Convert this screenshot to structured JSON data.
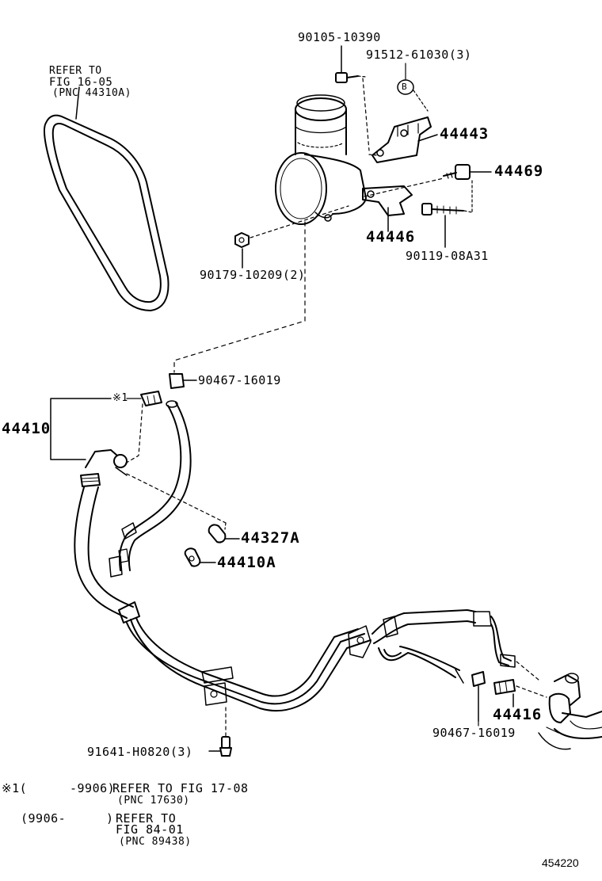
{
  "refs": {
    "belt": {
      "line1": "REFER TO",
      "line2": "FIG 16-05",
      "line3": "(PNC 44310A)"
    }
  },
  "parts": {
    "p90105": "90105-10390",
    "p91512": "91512-61030(3)",
    "b_marker": "B",
    "p44443": "44443",
    "p44469": "44469",
    "p44446": "44446",
    "p90119": "90119-08A31",
    "p90179": "90179-10209(2)",
    "p90467_top": "90467-16019",
    "p44410": "44410",
    "star_note": "※1",
    "p44327A": "44327A",
    "p44410A": "44410A",
    "p44416": "44416",
    "p90467_bottom": "90467-16019",
    "p91641": "91641-H0820(3)"
  },
  "footnotes": {
    "line1_prefix": "※1(",
    "line1_code": "-9906)",
    "line1_text": "REFER TO FIG 17-08",
    "line2_text": "(PNC 17630)",
    "line3_prefix": "(9906-",
    "line3_code": ")",
    "line3_text": "REFER TO",
    "line4_text": "FIG 84-01",
    "line5_text": "(PNC 89438)"
  },
  "diagram_id": "454220"
}
